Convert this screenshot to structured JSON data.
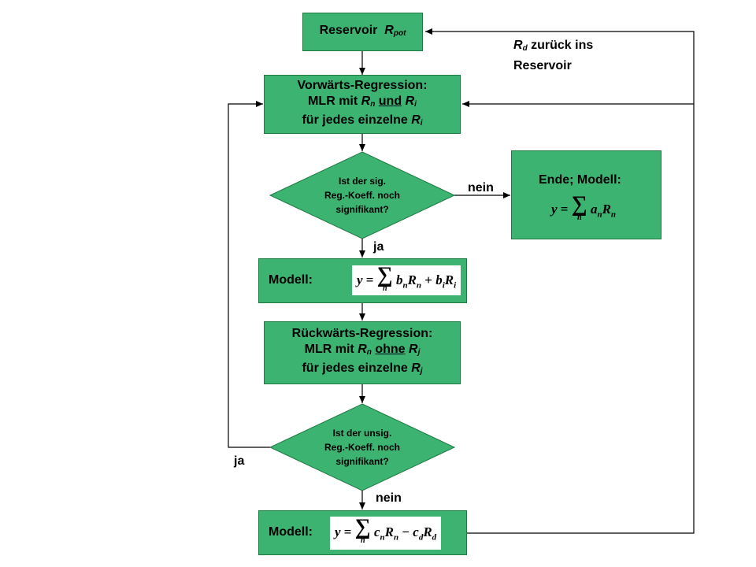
{
  "reservoir": {
    "label": "Reservoir",
    "var": "R",
    "sub": "pot"
  },
  "return_note": {
    "var": "R",
    "sub": "d",
    "line1": "zurück ins",
    "line2": "Reservoir"
  },
  "forward": {
    "line1": "Vorwärts-Regression:",
    "line2_pre": "MLR mit",
    "line2_var1": "R",
    "line2_sub1": "n",
    "line2_mid": "und",
    "line2_var2": "R",
    "line2_sub2": "i",
    "line3_pre": "für jedes einzelne",
    "line3_var": "R",
    "line3_sub": "i"
  },
  "decision1": {
    "line1": "Ist der sig.",
    "line2": "Reg.-Koeff. noch",
    "line3": "signifikant?",
    "yes": "ja",
    "no": "nein"
  },
  "end": {
    "title": "Ende; Modell:",
    "formula": "y = Σ aₙRₙ",
    "f_lhs": "y =",
    "f_sum_sub": "n",
    "f_rhs": "a",
    "f_rhs_sub": "n",
    "f_rhs2": "R",
    "f_rhs2_sub": "n"
  },
  "model1": {
    "label": "Modell:",
    "formula": "y = Σ bₙRₙ + bᵢRᵢ"
  },
  "backward": {
    "line1": "Rückwärts-Regression:",
    "line2_pre": "MLR mit",
    "line2_var1": "R",
    "line2_sub1": "n",
    "line2_mid": "ohne",
    "line2_var2": "R",
    "line2_sub2": "j",
    "line3_pre": "für jedes einzelne",
    "line3_var": "R",
    "line3_sub": "j"
  },
  "decision2": {
    "line1": "Ist der unsig.",
    "line2": "Reg.-Koeff. noch",
    "line3": "signifikant?",
    "yes": "ja",
    "no": "nein"
  },
  "model2": {
    "label": "Modell:",
    "formula": "y = Σ cₙRₙ − c_d R_d"
  },
  "colors": {
    "fill": "#3cb371",
    "stroke": "#1f7a43",
    "arrow": "#000000"
  }
}
